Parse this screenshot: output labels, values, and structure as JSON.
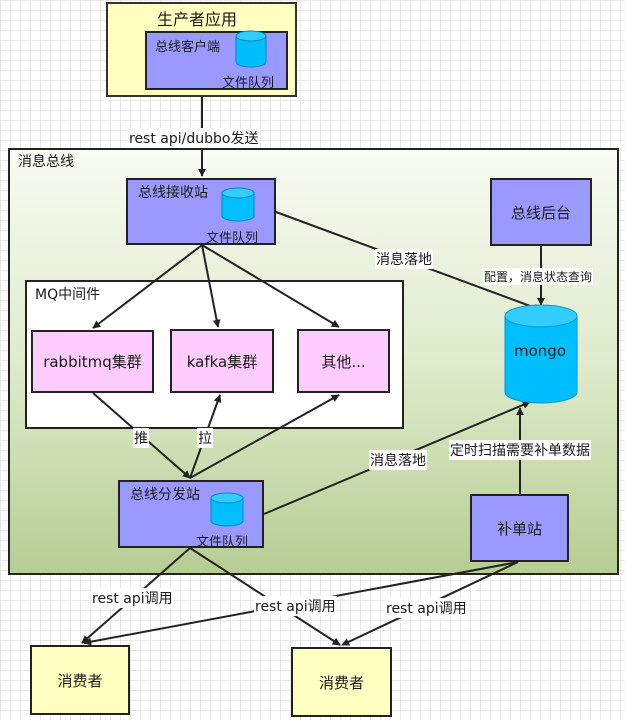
{
  "producer": {
    "title": "生产者应用",
    "client": "总线客户端",
    "queue": "文件队列"
  },
  "edge_producer": "rest api/dubbo发送",
  "bus": {
    "title": "消息总线",
    "receiver": {
      "title": "总线接收站",
      "queue": "文件队列"
    },
    "backend": "总线后台",
    "mq": {
      "title": "MQ中间件",
      "rabbitmq": "rabbitmq集群",
      "kafka": "kafka集群",
      "other": "其他..."
    },
    "mongo": "mongo",
    "dispatcher": {
      "title": "总线分发站",
      "queue": "文件队列"
    },
    "repair": "补单站"
  },
  "edges": {
    "landing_top": "消息落地",
    "config": "配置，消息状态查询",
    "push": "推",
    "pull": "拉",
    "landing_bottom": "消息落地",
    "scan": "定时扫描需要补单数据",
    "call_left": "rest api调用",
    "call_mid": "rest api调用",
    "call_right": "rest api调用"
  },
  "consumers": [
    "消费者",
    "消费者"
  ],
  "colors": {
    "box_blue": "#9999ff",
    "box_pink": "#ffccff",
    "box_yellow": "#ffffc0",
    "cylinder": "#00bfff"
  }
}
